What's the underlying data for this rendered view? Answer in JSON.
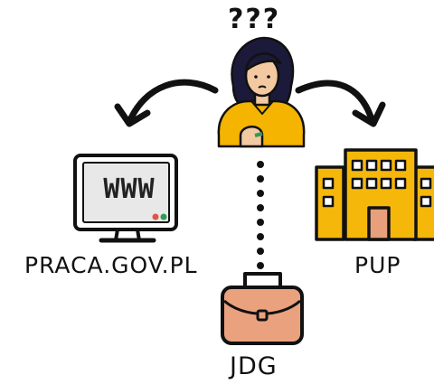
{
  "question_marks": "???",
  "monitor": {
    "screen_text": "WWW"
  },
  "left_option": {
    "label": "PRACA.GOV.PL"
  },
  "right_option": {
    "label": "PUP"
  },
  "bottom_option": {
    "label": "JDG"
  },
  "colors": {
    "ink": "#111111",
    "shirt_yellow": "#f4b400",
    "skin": "#f2c9a0",
    "hair": "#1b1a3a",
    "building_yellow": "#f5b70a",
    "building_door": "#e8a07a",
    "briefcase": "#eaa27e",
    "screen_bg": "#e8e8e8",
    "dot_red": "#e0554b",
    "dot_green": "#2e9b57"
  },
  "icons": [
    "woman-icon",
    "monitor-icon",
    "building-icon",
    "briefcase-icon",
    "arrow-left-icon",
    "arrow-right-icon",
    "dotted-line-icon"
  ]
}
